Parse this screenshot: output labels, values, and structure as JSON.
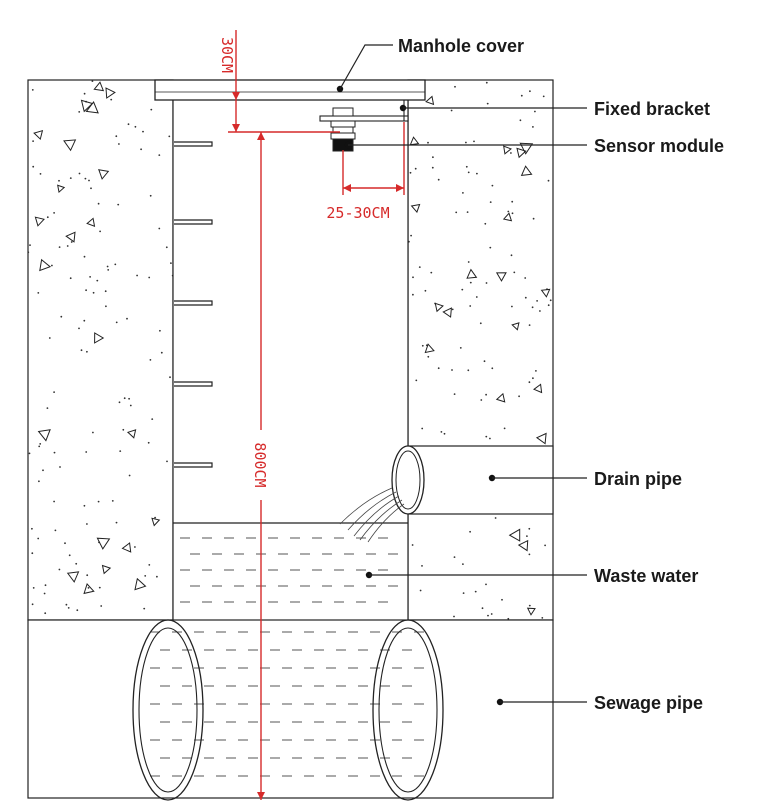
{
  "labels": {
    "manhole_cover": "Manhole cover",
    "fixed_bracket": "Fixed bracket",
    "sensor_module": "Sensor module",
    "drain_pipe": "Drain pipe",
    "waste_water": "Waste water",
    "sewage_pipe": "Sewage pipe"
  },
  "dimensions": {
    "top_gap": "30CM",
    "horizontal_offset": "25-30CM",
    "depth": "800CM"
  },
  "colors": {
    "dimension": "#d62a2a",
    "outline": "#222222"
  }
}
